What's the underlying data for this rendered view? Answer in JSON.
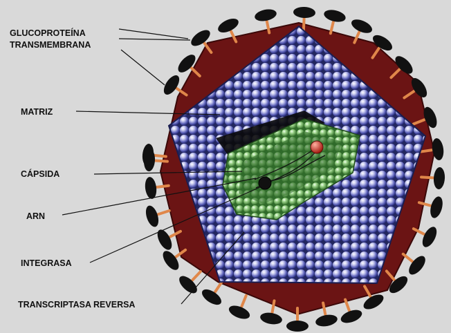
{
  "labels": {
    "glycoprotein_line1": "GLUCOPROTEÍNA",
    "glycoprotein_line2": "TRANSMEMBRANA",
    "matrix": "MATRIZ",
    "capsid": "CÁPSIDA",
    "rna": "ARN",
    "integrase": "INTEGRASA",
    "reverse_transcriptase": "TRANSCRIPTASA REVERSA"
  },
  "colors": {
    "background": "#d9d9d9",
    "envelope": "#6b1414",
    "matrix_sphere": "#4a4fa8",
    "capsid_sphere": "#7fbf6a",
    "capsid_core": "#2f6a2a",
    "glycoprotein_head": "#111111",
    "glycoprotein_stalk": "#e0874a",
    "integrase": "#111111",
    "reverse_transcriptase": "#d83a2a",
    "label_text": "#111111"
  }
}
